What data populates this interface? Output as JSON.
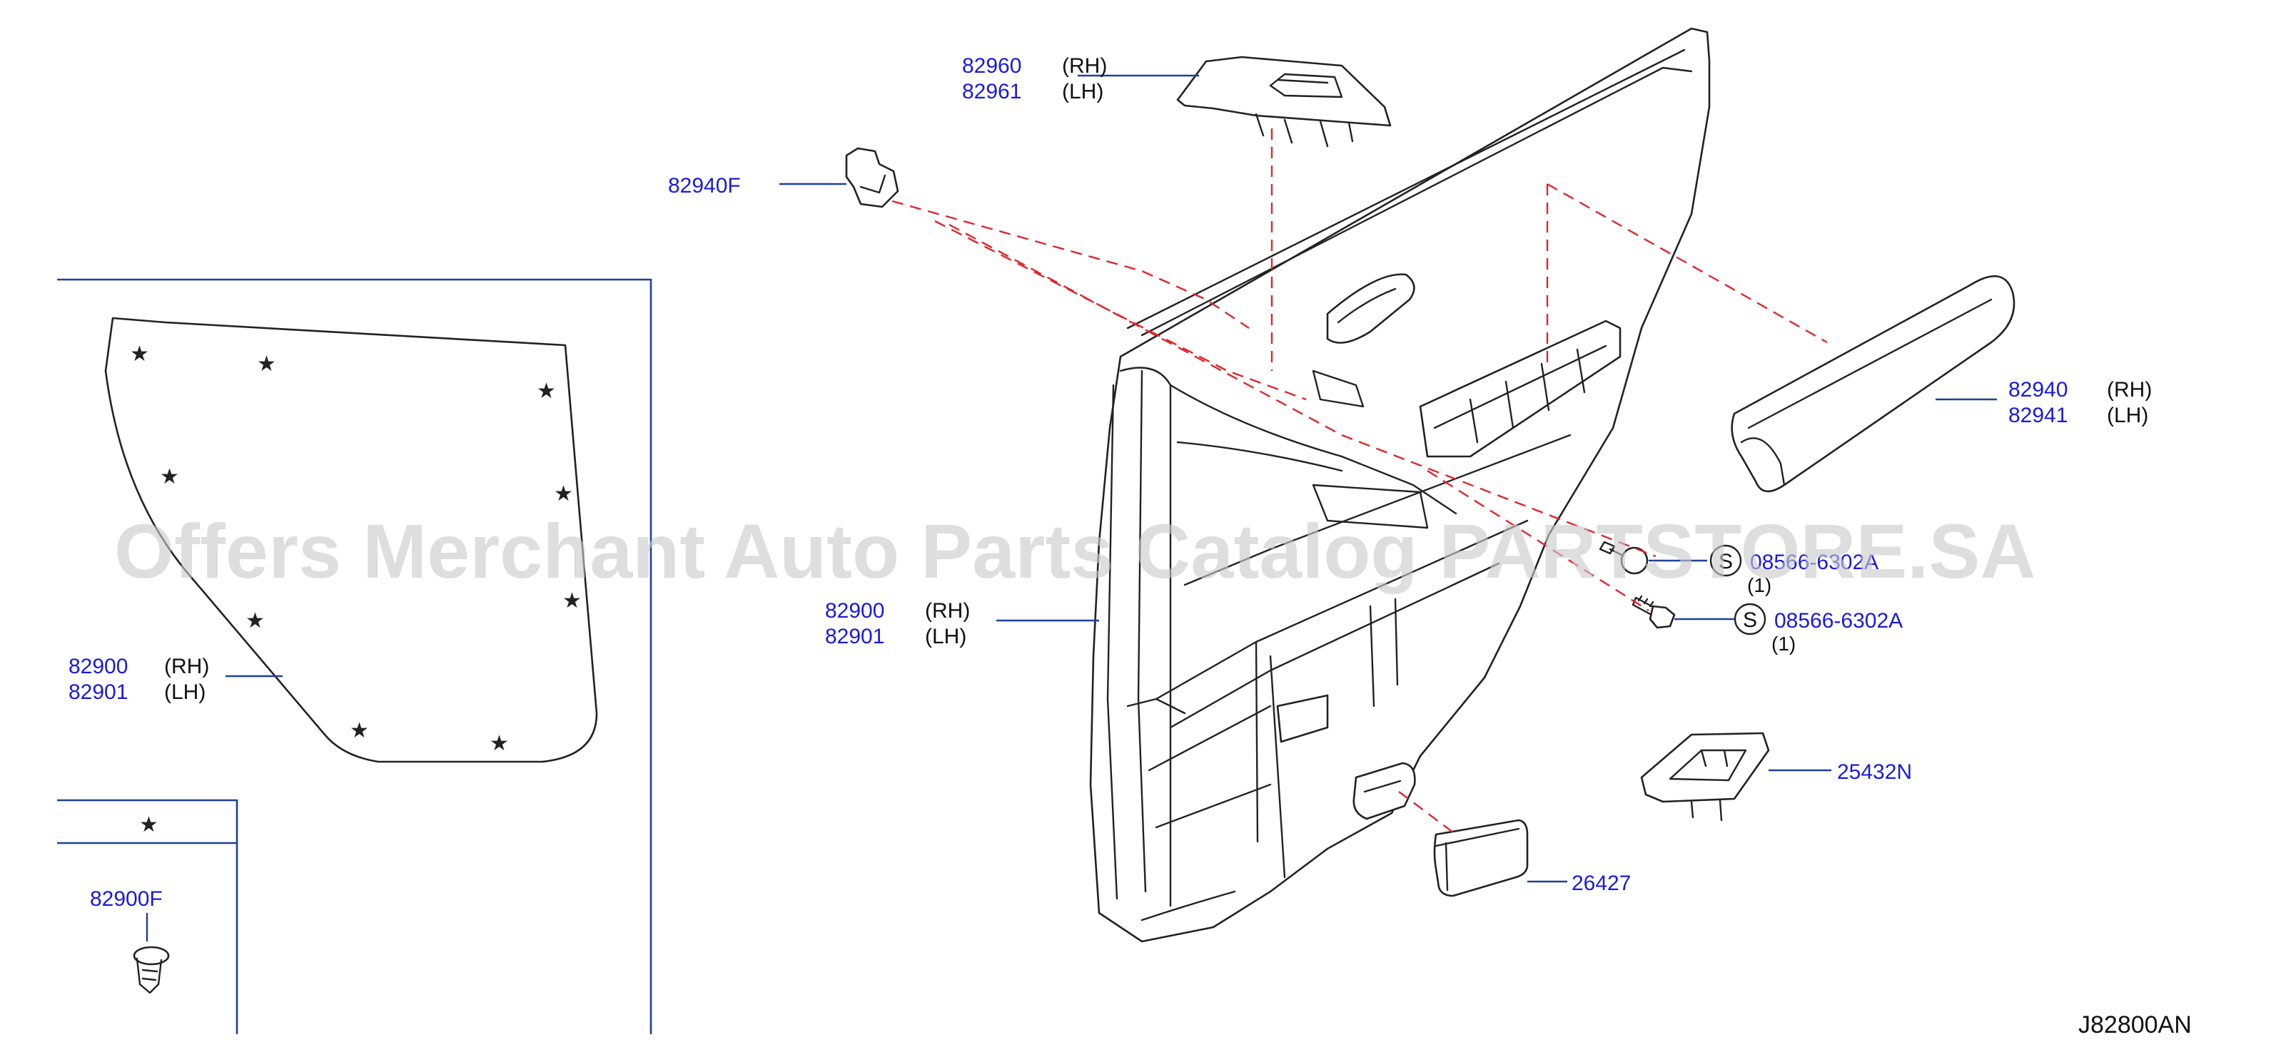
{
  "diagram": {
    "code": "J82800AN",
    "watermark": "Offers Merchant Auto Parts Catalog PARTSTORE.SA",
    "legend_symbol": "★",
    "labels": {
      "switch_bezel": {
        "p1": "82960",
        "s1": "(RH)",
        "p2": "82961",
        "s2": "(LH)"
      },
      "clip_f": {
        "p1": "82940F"
      },
      "armrest": {
        "p1": "82940",
        "s1": "(RH)",
        "p2": "82941",
        "s2": "(LH)"
      },
      "screw_top": {
        "symbol": "S",
        "p1": "08566-6302A",
        "qty": "(1)"
      },
      "screw_bottom": {
        "symbol": "S",
        "p1": "08566-6302A",
        "qty": "(1)"
      },
      "door_trim": {
        "p1": "82900",
        "s1": "(RH)",
        "p2": "82901",
        "s2": "(LH)"
      },
      "door_trim_inset": {
        "p1": "82900",
        "s1": "(RH)",
        "p2": "82901",
        "s2": "(LH)"
      },
      "clip_inset": {
        "p1": "82900F"
      },
      "switch_finisher": {
        "p1": "25432N"
      },
      "lamp": {
        "p1": "26427"
      }
    }
  }
}
